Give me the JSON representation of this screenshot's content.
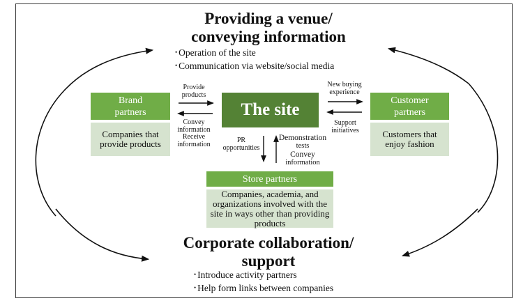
{
  "top_section": {
    "heading_line1": "Providing a venue/",
    "heading_line2": "conveying information",
    "bullets": [
      "Operation of the site",
      "Communication via website/social media"
    ]
  },
  "bottom_section": {
    "heading_line1": "Corporate collaboration/",
    "heading_line2": "support",
    "bullets": [
      "Introduce activity partners",
      "Help form links between companies"
    ]
  },
  "center": {
    "label": "The site"
  },
  "brand_partners": {
    "title_line1": "Brand",
    "title_line2": "partners",
    "desc_line1": "Companies that",
    "desc_line2": "provide products"
  },
  "customer_partners": {
    "title_line1": "Customer",
    "title_line2": "partners",
    "desc_line1": "Customers that",
    "desc_line2": "enjoy fashion"
  },
  "store_partners": {
    "title": "Store partners",
    "desc_lines": [
      "Companies, academia, and",
      "organizations involved with the",
      "site in ways other than providing",
      "products"
    ]
  },
  "flows": {
    "brand_to_site": [
      "Provide",
      "products"
    ],
    "site_to_brand": [
      "Convey",
      "information",
      "Receive",
      "information"
    ],
    "site_to_customer": [
      "New buying",
      "experience"
    ],
    "customer_to_site": [
      "Support",
      "initiatives"
    ],
    "site_to_store": [
      "PR",
      "opportunities"
    ],
    "store_to_site": [
      "Demonstration",
      "tests",
      "Convey",
      "information"
    ]
  },
  "colors": {
    "partner_header": "#70ad47",
    "partner_desc": "#d6e3cf",
    "site": "#548235",
    "line": "#111111"
  }
}
